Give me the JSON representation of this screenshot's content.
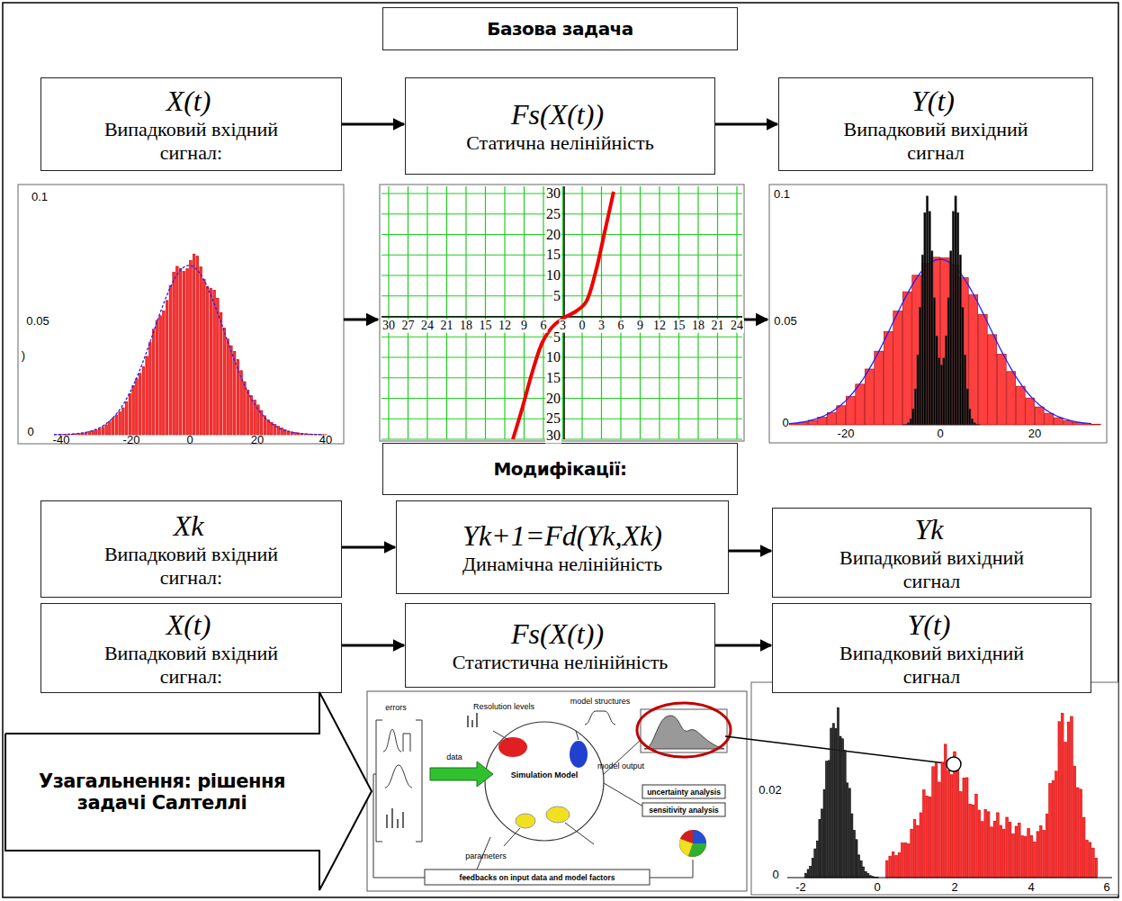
{
  "diagram": {
    "nodes": [
      {
        "text": [
          "Базова задача"
        ]
      },
      {
        "text": [
          "X(t)",
          "Випадковий вхідний сигнал:"
        ]
      },
      {
        "text": [
          "Fs(X(t))",
          "Статична нелінійність"
        ]
      },
      {
        "text": [
          "Y(t)",
          "Випадковий вихідний сигнал"
        ]
      },
      {
        "text": [
          "Модифікації:"
        ]
      },
      {
        "text": [
          "Xk",
          "Випадковий вхідний сигнал:"
        ]
      },
      {
        "text": [
          "Yk+1=Fd(Yk,Xk)",
          "Динамічна нелінійність"
        ]
      },
      {
        "text": [
          "Yk",
          "Випадковий вихідний сигнал"
        ]
      },
      {
        "text": [
          "X(t)",
          "Випадковий вхідний сигнал:"
        ]
      },
      {
        "text": [
          "Fs(X(t))",
          "Статистична нелінійність"
        ]
      },
      {
        "text": [
          "Y(t)",
          "Випадковий вихідний сигнал"
        ]
      },
      {
        "text": [
          "Узагальнення: рішення задачі Салтеллі"
        ]
      }
    ],
    "edges": [
      {
        "from": 1,
        "to": 2,
        "arrow": "to"
      },
      {
        "from": 2,
        "to": 3,
        "arrow": "to"
      },
      {
        "from": 5,
        "to": 6,
        "arrow": "to"
      },
      {
        "from": 6,
        "to": 7,
        "arrow": "to"
      },
      {
        "from": 8,
        "to": 9,
        "arrow": "to"
      },
      {
        "from": 9,
        "to": 10,
        "arrow": "to"
      }
    ],
    "labels": [
      "0.1",
      "0.05",
      ")",
      "0",
      "-40",
      "-20",
      "0",
      "20",
      "40",
      "30",
      "25",
      "20",
      "15",
      "10",
      "5",
      "5",
      "10",
      "15",
      "20",
      "25",
      "30",
      "30",
      "27",
      "24",
      "21",
      "18",
      "15",
      "12",
      "9",
      "6",
      "3",
      "0",
      "3",
      "6",
      "9",
      "12",
      "15",
      "18",
      "21",
      "24",
      "0.1",
      "0.05",
      "0",
      "-20",
      "0",
      "20",
      "errors",
      "Resolution levels",
      "model structures",
      "Simulation Model",
      "data",
      "model output",
      "parameters",
      "uncertainty analysis",
      "sensitivity analysis",
      "feedbacks on input data and model factors",
      "0.02",
      "0",
      "-2",
      "0",
      "2",
      "4",
      "6"
    ]
  }
}
